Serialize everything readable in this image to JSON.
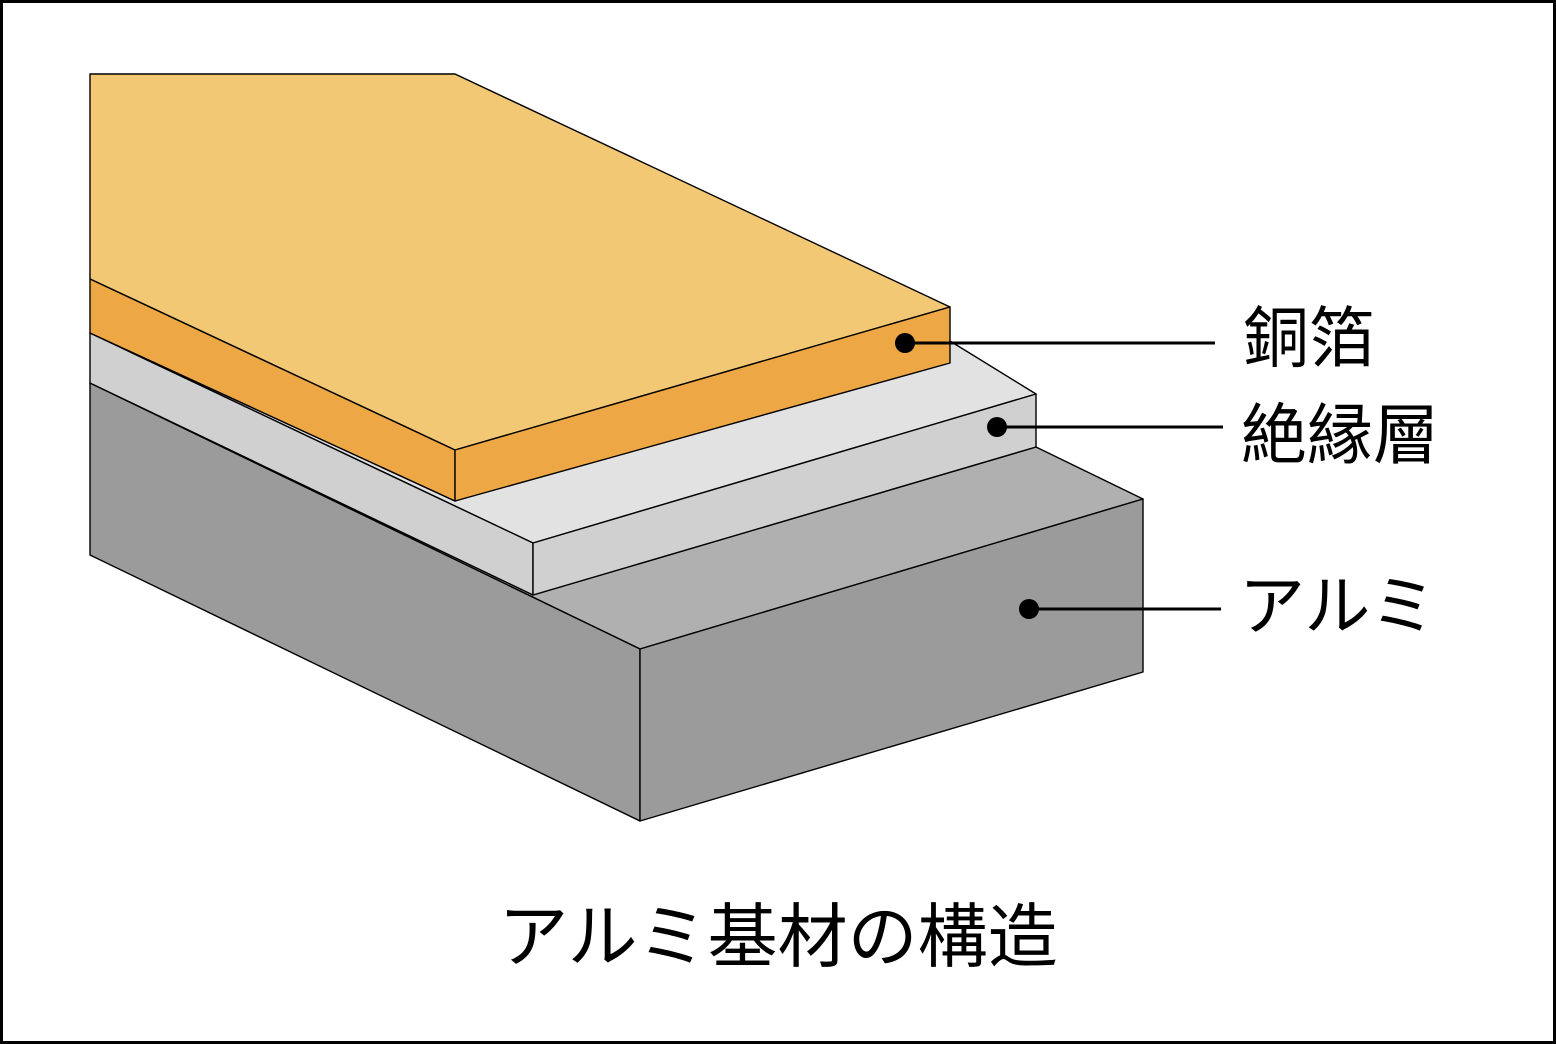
{
  "layers": {
    "copper": {
      "label": "銅箔",
      "colors": {
        "top": "#f2c875",
        "front": "#eea745"
      }
    },
    "insulation": {
      "label": "絶縁層",
      "colors": {
        "top": "#e2e2e2",
        "front": "#d0d0d0"
      }
    },
    "aluminum": {
      "label": "アルミ",
      "colors": {
        "top": "#b0b0b0",
        "front": "#9b9b9b"
      }
    }
  },
  "caption": "アルミ基材の構造"
}
